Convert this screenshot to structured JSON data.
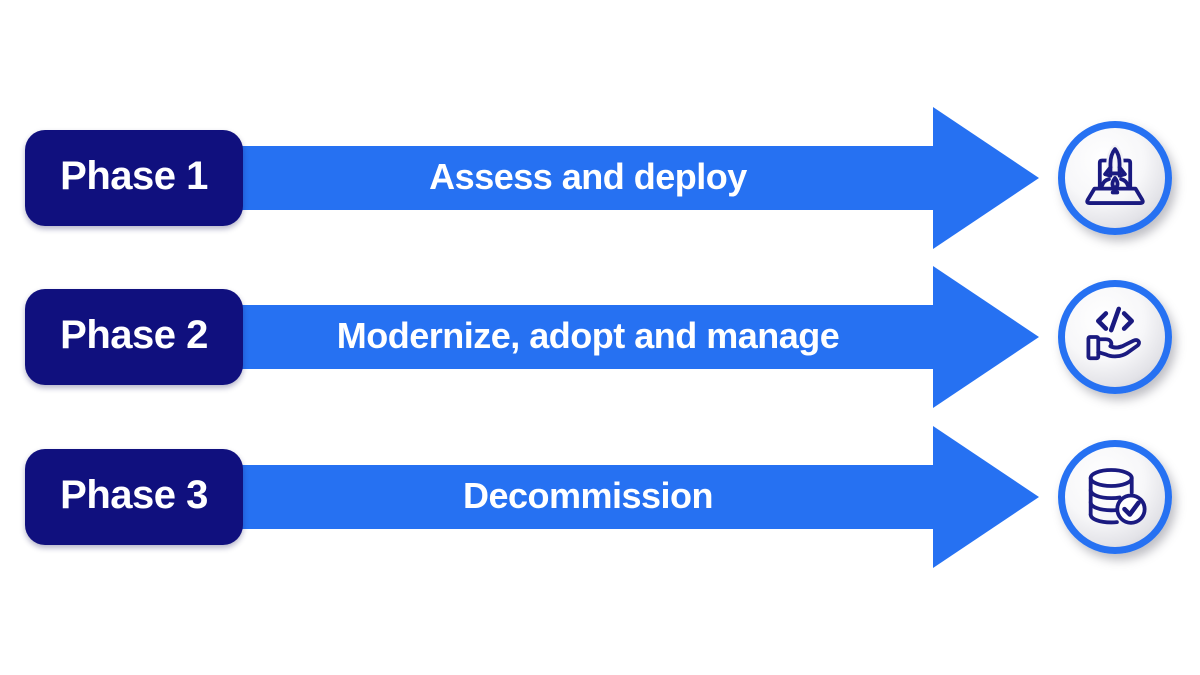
{
  "diagram": {
    "phases": [
      {
        "label": "Phase 1",
        "description": "Assess and deploy",
        "icon": "laptop-rocket-launch-icon"
      },
      {
        "label": "Phase 2",
        "description": "Modernize, adopt and manage",
        "icon": "hand-holding-code-icon"
      },
      {
        "label": "Phase 3",
        "description": "Decommission",
        "icon": "database-check-icon"
      }
    ],
    "colors": {
      "navy": "#10107E",
      "blue": "#2671F2",
      "white": "#FFFFFF",
      "icon": "#1A1A80"
    }
  }
}
